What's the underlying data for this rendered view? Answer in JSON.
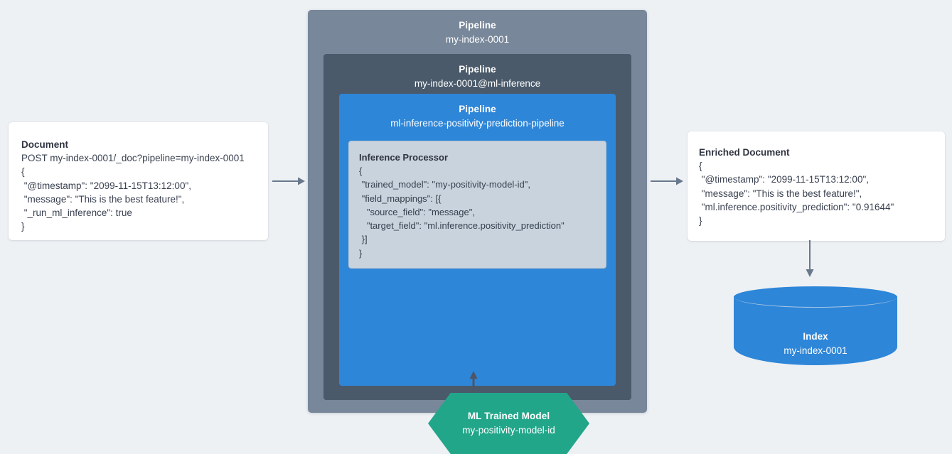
{
  "diagram": {
    "background_color": "#eef1f4",
    "accent_blue": "#2e86d8",
    "accent_green": "#22a68a",
    "outer_gray": "#78887a"
  },
  "document": {
    "title": "Document",
    "lines": [
      "POST my-index-0001/_doc?pipeline=my-index-0001",
      "{",
      " \"@timestamp\": \"2099-11-15T13:12:00\",",
      " \"message\": \"This is the best feature!\",",
      " \"_run_ml_inference\": true",
      "}"
    ]
  },
  "pipeline_outer": {
    "title": "Pipeline",
    "name": "my-index-0001"
  },
  "pipeline_middle": {
    "title": "Pipeline",
    "name": "my-index-0001@ml-inference"
  },
  "pipeline_inner": {
    "title": "Pipeline",
    "name": "ml-inference-positivity-prediction-pipeline"
  },
  "inference_processor": {
    "title": "Inference Processor",
    "lines": [
      "{",
      " \"trained_model\": \"my-positivity-model-id\",",
      " \"field_mappings\": [{",
      "   \"source_field\": \"message\",",
      "   \"target_field\": \"ml.inference.positivity_prediction\"",
      " }]",
      "}"
    ]
  },
  "ml_model": {
    "title": "ML Trained Model",
    "name": "my-positivity-model-id"
  },
  "enriched_document": {
    "title": "Enriched Document",
    "lines": [
      "{",
      " \"@timestamp\": \"2099-11-15T13:12:00\",",
      " \"message\": \"This is the best feature!\",",
      " \"ml.inference.positivity_prediction\": \"0.91644\"",
      "}"
    ]
  },
  "index": {
    "title": "Index",
    "name": "my-index-0001"
  },
  "arrows": {
    "doc_to_pipeline": "arrow-right",
    "pipeline_to_enriched": "arrow-right",
    "enriched_to_index": "arrow-down",
    "model_to_processor": "arrow-up"
  }
}
